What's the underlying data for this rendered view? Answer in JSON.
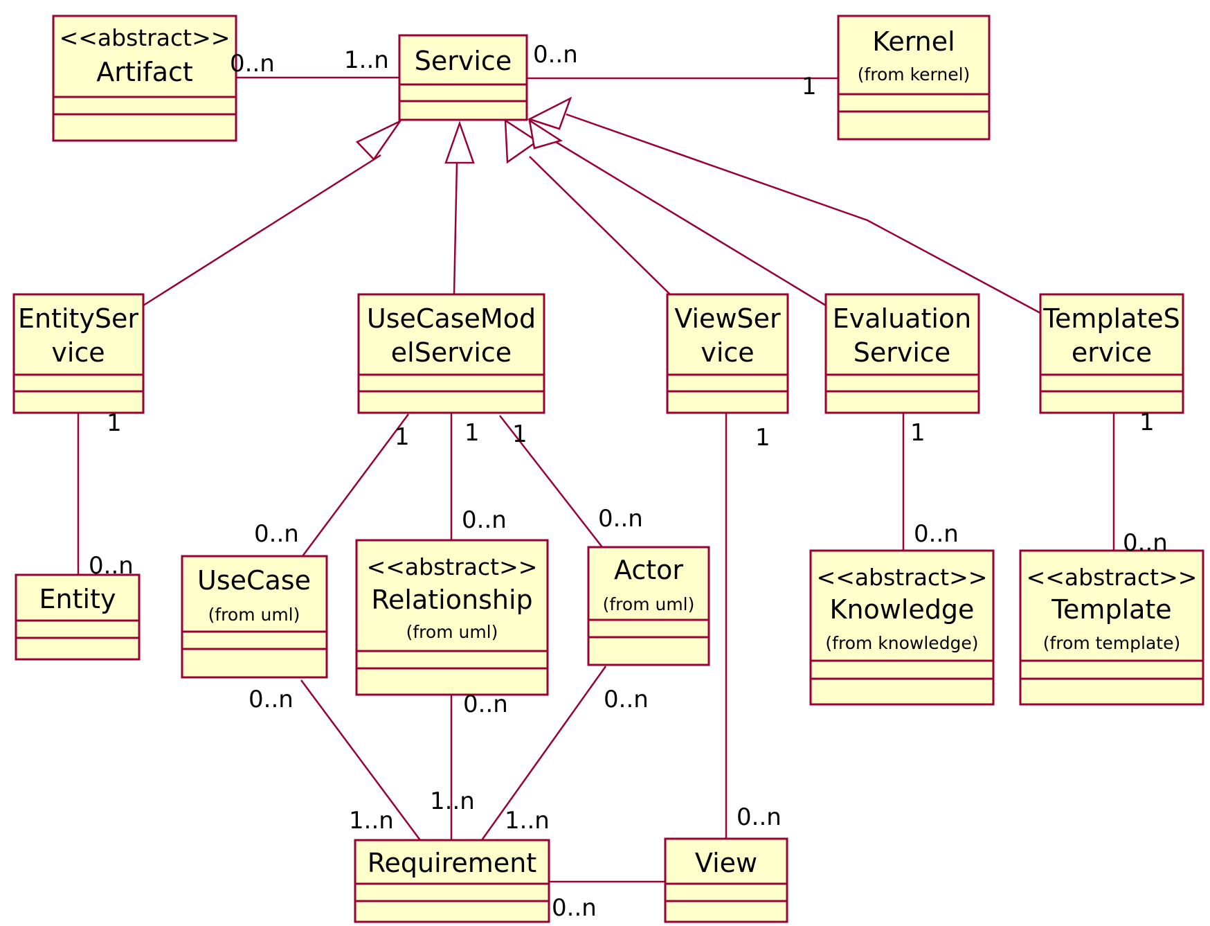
{
  "colors": {
    "box_fill": "#ffffcc",
    "line": "#990033",
    "text": "#000000",
    "background": "#ffffff"
  },
  "classes": {
    "artifact": {
      "stereotype": "<<abstract>>",
      "name": "Artifact"
    },
    "service": {
      "name": "Service"
    },
    "kernel": {
      "name": "Kernel",
      "from": "(from kernel)"
    },
    "entity_service": {
      "name_line1": "EntitySer",
      "name_line2": "vice"
    },
    "usecase_model_service": {
      "name_line1": "UseCaseMod",
      "name_line2": "elService"
    },
    "view_service": {
      "name_line1": "ViewSer",
      "name_line2": "vice"
    },
    "evaluation_service": {
      "name_line1": "Evaluation",
      "name_line2": "Service"
    },
    "template_service": {
      "name_line1": "TemplateS",
      "name_line2": "ervice"
    },
    "entity": {
      "name": "Entity"
    },
    "usecase": {
      "name": "UseCase",
      "from": "(from uml)"
    },
    "relationship": {
      "stereotype": "<<abstract>>",
      "name": "Relationship",
      "from": "(from uml)"
    },
    "actor": {
      "name": "Actor",
      "from": "(from uml)"
    },
    "knowledge": {
      "stereotype": "<<abstract>>",
      "name": "Knowledge",
      "from": "(from knowledge)"
    },
    "template": {
      "stereotype": "<<abstract>>",
      "name": "Template",
      "from": "(from template)"
    },
    "requirement": {
      "name": "Requirement"
    },
    "view": {
      "name": "View"
    }
  },
  "multiplicities": {
    "artifact_service_artifact_end": "0..n",
    "artifact_service_service_end": "1..n",
    "service_kernel_service_end": "0..n",
    "service_kernel_kernel_end": "1",
    "entityservice_entity_service_end": "1",
    "entityservice_entity_entity_end": "0..n",
    "ucms_usecase_ucms_end": "1",
    "ucms_usecase_usecase_end": "0..n",
    "ucms_relationship_ucms_end": "1",
    "ucms_relationship_relationship_end": "0..n",
    "ucms_actor_ucms_end": "1",
    "ucms_actor_actor_end": "0..n",
    "viewservice_view_service_end": "1",
    "viewservice_view_view_end": "0..n",
    "evaluation_knowledge_service_end": "1",
    "evaluation_knowledge_knowledge_end": "0..n",
    "template_template_service_end": "1",
    "template_template_template_end": "0..n",
    "usecase_requirement_usecase_end": "0..n",
    "usecase_requirement_requirement_end": "1..n",
    "relationship_requirement_relationship_end": "0..n",
    "relationship_requirement_requirement_end": "1..n",
    "actor_requirement_actor_end": "0..n",
    "actor_requirement_requirement_end": "1..n",
    "requirement_view_end": "0..n"
  }
}
